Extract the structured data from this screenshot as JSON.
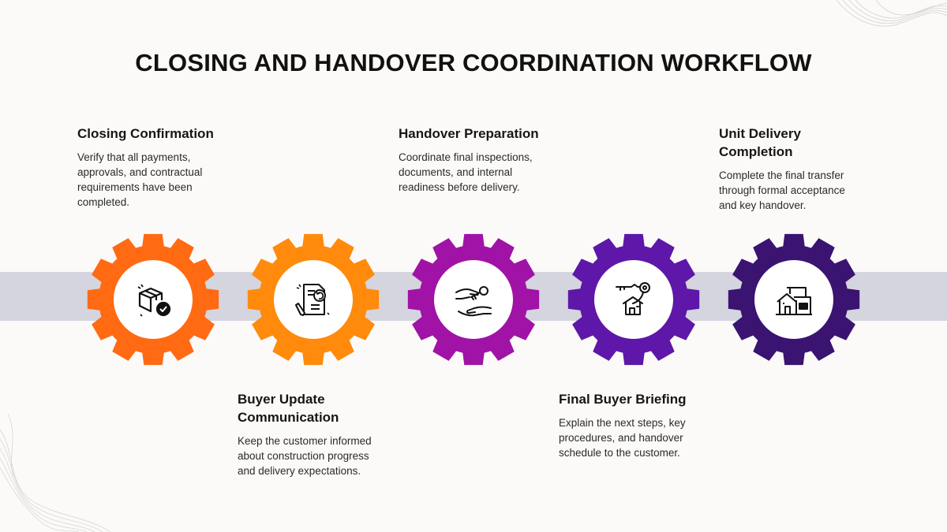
{
  "title": "CLOSING AND HANDOVER COORDINATION WORKFLOW",
  "steps": [
    {
      "heading": "Closing Confirmation",
      "text": "Verify that all payments, approvals, and contractual requirements have been completed.",
      "color": "#ff6a12",
      "icon": "package-check-icon"
    },
    {
      "heading": "Buyer Update Communication",
      "text": "Keep the customer informed about construction progress and delivery expectations.",
      "color": "#ff8a0c",
      "icon": "document-refresh-icon"
    },
    {
      "heading": "Handover Preparation",
      "text": "Coordinate final inspections, documents, and internal readiness before delivery.",
      "color": "#a013a6",
      "icon": "key-handover-icon"
    },
    {
      "heading": "Final Buyer Briefing",
      "text": "Explain the next steps, key procedures, and handover schedule to the customer.",
      "color": "#5e17a8",
      "icon": "house-key-icon"
    },
    {
      "heading": "Unit Delivery Completion",
      "text": "Complete the final transfer through formal acceptance and key handover.",
      "color": "#3a1470",
      "icon": "house-icon"
    }
  ]
}
